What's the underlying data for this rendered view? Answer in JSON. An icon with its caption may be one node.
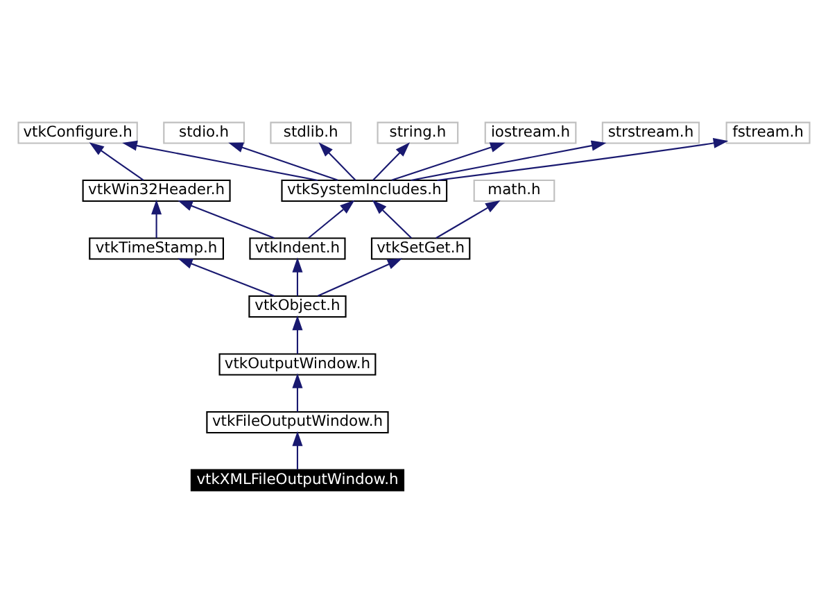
{
  "diagram": {
    "nodes": [
      {
        "text": [
          "vtkConfigure.h"
        ]
      },
      {
        "text": [
          "stdio.h"
        ]
      },
      {
        "text": [
          "stdlib.h"
        ]
      },
      {
        "text": [
          "string.h"
        ]
      },
      {
        "text": [
          "iostream.h"
        ]
      },
      {
        "text": [
          "strstream.h"
        ]
      },
      {
        "text": [
          "fstream.h"
        ]
      },
      {
        "text": [
          "vtkWin32Header.h"
        ]
      },
      {
        "text": [
          "vtkSystemIncludes.h"
        ]
      },
      {
        "text": [
          "math.h"
        ]
      },
      {
        "text": [
          "vtkTimeStamp.h"
        ]
      },
      {
        "text": [
          "vtkIndent.h"
        ]
      },
      {
        "text": [
          "vtkSetGet.h"
        ]
      },
      {
        "text": [
          "vtkObject.h"
        ]
      },
      {
        "text": [
          "vtkOutputWindow.h"
        ]
      },
      {
        "text": [
          "vtkFileOutputWindow.h"
        ]
      },
      {
        "text": [
          "vtkXMLFileOutputWindow.h"
        ]
      }
    ],
    "edges": [
      {
        "from": 16,
        "to": 15,
        "arrow": "to"
      },
      {
        "from": 15,
        "to": 14,
        "arrow": "to"
      },
      {
        "from": 14,
        "to": 13,
        "arrow": "to"
      },
      {
        "from": 13,
        "to": 10,
        "arrow": "to"
      },
      {
        "from": 13,
        "to": 11,
        "arrow": "to"
      },
      {
        "from": 13,
        "to": 12,
        "arrow": "to"
      },
      {
        "from": 10,
        "to": 7,
        "arrow": "to"
      },
      {
        "from": 11,
        "to": 7,
        "arrow": "to"
      },
      {
        "from": 11,
        "to": 8,
        "arrow": "to"
      },
      {
        "from": 12,
        "to": 8,
        "arrow": "to"
      },
      {
        "from": 12,
        "to": 9,
        "arrow": "to"
      },
      {
        "from": 7,
        "to": 0,
        "arrow": "to"
      },
      {
        "from": 8,
        "to": 0,
        "arrow": "to"
      },
      {
        "from": 8,
        "to": 1,
        "arrow": "to"
      },
      {
        "from": 8,
        "to": 2,
        "arrow": "to"
      },
      {
        "from": 8,
        "to": 3,
        "arrow": "to"
      },
      {
        "from": 8,
        "to": 4,
        "arrow": "to"
      },
      {
        "from": 8,
        "to": 5,
        "arrow": "to"
      },
      {
        "from": 8,
        "to": 6,
        "arrow": "to"
      }
    ]
  }
}
